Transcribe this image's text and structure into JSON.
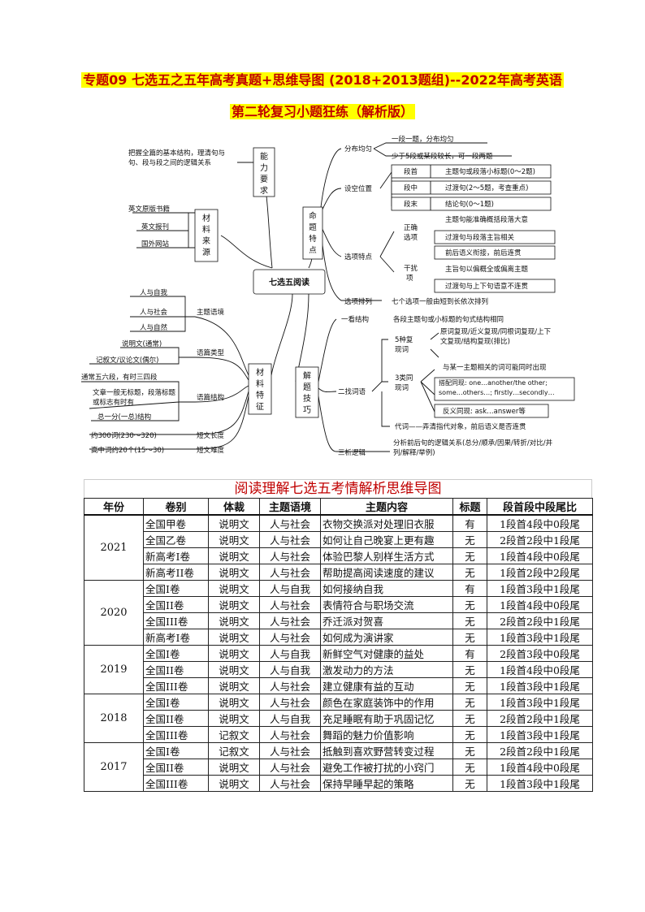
{
  "doc_title": {
    "line1": "专题09  七选五之五年高考真题+思维导图 (2018+2013题组)--2022年高考英语",
    "line2": "第二轮复习小题狂练（解析版）"
  },
  "mindmap": {
    "center": "七选五阅读",
    "left_top": {
      "node": "能力要求",
      "text": "把握全篇的基本结构，理清句与句、段与段之间的逻辑关系"
    },
    "materials": {
      "node": "材料来源",
      "items": [
        "英文原版书籍",
        "英文报刊",
        "国外网站"
      ]
    },
    "features": {
      "node": "材料特征",
      "groups": [
        {
          "label": "主题语境",
          "items": [
            "人与自我",
            "人与社会",
            "人与自然"
          ]
        },
        {
          "label": "语篇类型",
          "items": [
            "说明文(通常)",
            "记叙文/议论文(偶尔)"
          ]
        },
        {
          "label": "语篇结构",
          "items": [
            "通常五六段，有时三四段",
            "文章一般无标题，段落标题或标志有时有",
            "总一分(一总)结构"
          ]
        },
        {
          "label": "短文长度",
          "items": [
            "约300词(230～320)"
          ]
        },
        {
          "label": "短文难度",
          "items": [
            "高中词约20个(15～30)"
          ]
        }
      ]
    },
    "exam_features": {
      "node": "命题特点",
      "distribution": {
        "label": "分布均匀",
        "items": [
          "一段一题，分布均匀",
          "少于5段或某段较长，可一段两题"
        ]
      },
      "position": {
        "label": "设空位置",
        "items": [
          {
            "tag": "段首",
            "text": "主题句或段落小标题(0～2题)"
          },
          {
            "tag": "段中",
            "text": "过渡句(2～5题，考查重点)"
          },
          {
            "tag": "段末",
            "text": "结论句(0～1题)"
          }
        ]
      },
      "options": {
        "label": "选项特点",
        "correct": {
          "tag": "正确选项",
          "items": [
            "主题句能准确概括段落大意",
            "过渡句与段落主旨相关",
            "前后语义衔接，前后连贯"
          ]
        },
        "distractor": {
          "tag": "干扰项",
          "items": [
            "主旨句以偏概全或偏离主题",
            "过渡句与上下句语意不连贯"
          ]
        }
      },
      "arrangement": {
        "label": "选项排列",
        "text": "七个选项一般由短到长依次排列"
      }
    },
    "skills": {
      "node": "解题技巧",
      "look": {
        "label": "一看结构",
        "text": "各段主题句或小标题的句式结构相同"
      },
      "find": {
        "label": "二找词语",
        "five": {
          "tag": "5种复现词",
          "text": "原词复现/近义复现/同根词复现/上下文复现/结构复现(排比)"
        },
        "three": {
          "tag": "3类同现词",
          "items": [
            "与某一主题相关的词可能同时出现",
            "搭配同现: one…another/the other; some…others…; firstly…secondly…",
            "反义同现: ask…answer等"
          ]
        },
        "pronoun": "代词——弄清指代对象，前后语义是否连贯"
      },
      "analyze": {
        "label": "三析逻辑",
        "text": "分析前后句的逻辑关系(总分/顺承/因果/转折/对比/并列/解释/举例)"
      }
    }
  },
  "table": {
    "title": "阅读理解七选五考情解析思维导图",
    "headers": [
      "年份",
      "卷别",
      "体裁",
      "主题语境",
      "主题内容",
      "标题",
      "段首段中段尾比"
    ],
    "groups": [
      {
        "year": "2021",
        "rows": [
          [
            "全国甲卷",
            "说明文",
            "人与社会",
            "衣物交换派对处理旧衣服",
            "有",
            "1段首4段中0段尾"
          ],
          [
            "全国乙卷",
            "说明文",
            "人与社会",
            "如何让自己晚宴上更有趣",
            "无",
            "2段首2段中1段尾"
          ],
          [
            "新高考I卷",
            "说明文",
            "人与社会",
            "体验巴黎人别样生活方式",
            "无",
            "1段首4段中0段尾"
          ],
          [
            "新高考II卷",
            "说明文",
            "人与社会",
            "帮助提高阅读速度的建议",
            "无",
            "1段首2段中2段尾"
          ]
        ]
      },
      {
        "year": "2020",
        "rows": [
          [
            "全国I卷",
            "说明文",
            "人与自我",
            "如何接纳自我",
            "有",
            "1段首3段中1段尾"
          ],
          [
            "全国II卷",
            "说明文",
            "人与社会",
            "表情符合与职场交流",
            "无",
            "1段首4段中0段尾"
          ],
          [
            "全国III卷",
            "说明文",
            "人与社会",
            "乔迁派对贺喜",
            "无",
            "2段首2段中1段尾"
          ],
          [
            "新高考I卷",
            "说明文",
            "人与社会",
            "如何成为演讲家",
            "无",
            "1段首3段中1段尾"
          ]
        ]
      },
      {
        "year": "2019",
        "rows": [
          [
            "全国I卷",
            "说明文",
            "人与自我",
            "新鲜空气对健康的益处",
            "有",
            "2段首3段中0段尾"
          ],
          [
            "全国II卷",
            "说明文",
            "人与自我",
            "激发动力的方法",
            "无",
            "1段首4段中0段尾"
          ],
          [
            "全国III卷",
            "说明文",
            "人与社会",
            "建立健康有益的互动",
            "无",
            "1段首3段中1段尾"
          ]
        ]
      },
      {
        "year": "2018",
        "rows": [
          [
            "全国I卷",
            "说明文",
            "人与社会",
            "颜色在家庭装饰中的作用",
            "无",
            "1段首3段中1段尾"
          ],
          [
            "全国II卷",
            "说明文",
            "人与自我",
            "充足睡眠有助于巩固记忆",
            "无",
            "2段首2段中1段尾"
          ],
          [
            "全国III卷",
            "记叙文",
            "人与社会",
            "舞蹈的魅力价值影响",
            "无",
            "1段首3段中1段尾"
          ]
        ]
      },
      {
        "year": "2017",
        "rows": [
          [
            "全国I卷",
            "记叙文",
            "人与社会",
            "抵触到喜欢野营转变过程",
            "无",
            "2段首2段中1段尾"
          ],
          [
            "全国II卷",
            "说明文",
            "人与社会",
            "避免工作被打扰的小窍门",
            "无",
            "1段首4段中0段尾"
          ],
          [
            "全国III卷",
            "说明文",
            "人与社会",
            "保持早睡早起的策略",
            "无",
            "1段首3段中1段尾"
          ]
        ]
      }
    ]
  }
}
